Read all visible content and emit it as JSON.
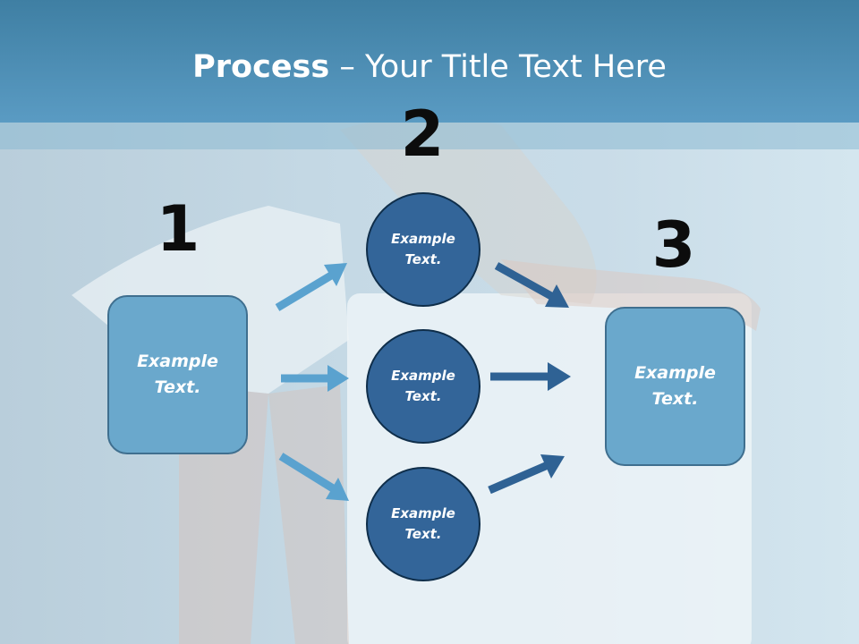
{
  "title": {
    "bold": "Process",
    "rest": " – Your Title Text Here"
  },
  "steps": [
    {
      "number": "1",
      "label": "Example\nText."
    },
    {
      "number": "2",
      "circles": [
        "Example\nText.",
        "Example\nText.",
        "Example\nText."
      ]
    },
    {
      "number": "3",
      "label": "Example\nText."
    }
  ],
  "colors": {
    "header": "#4a8db5",
    "box_fill": "#6aa8cc",
    "circle_fill": "#336599",
    "arrow_light": "#5aa2cf",
    "arrow_dark": "#2f6294"
  }
}
